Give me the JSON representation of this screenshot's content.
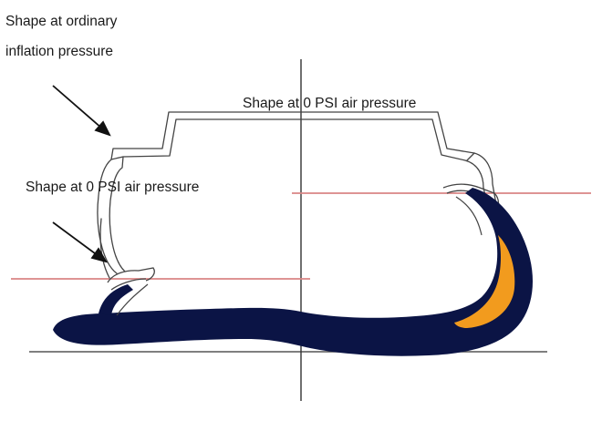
{
  "labels": {
    "ordinary_line1": "Shape at ordinary",
    "ordinary_line2": "inflation pressure",
    "zero_psi_top": "Shape at 0 PSI air pressure",
    "zero_psi_left": "Shape at 0 PSI air pressure"
  },
  "colors": {
    "tread": "#0b1445",
    "insert": "#f29b1e",
    "reference_line": "#d98585",
    "outline": "#444444",
    "ground": "#555555",
    "text": "#1a1a1a"
  }
}
